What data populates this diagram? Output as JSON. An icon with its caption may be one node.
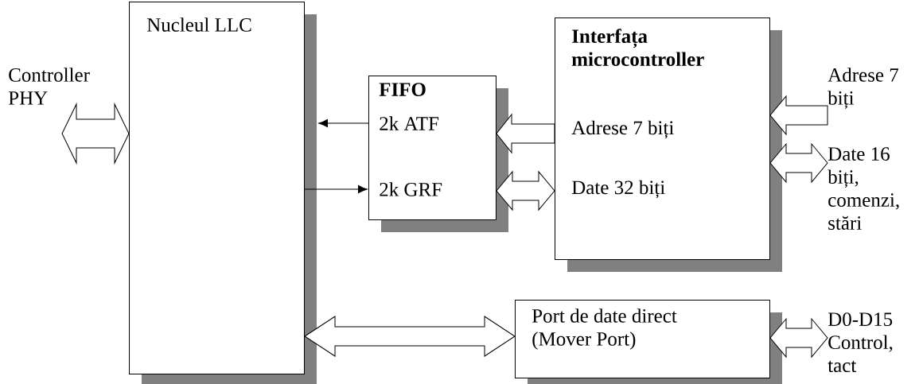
{
  "diagram": {
    "nodes": [
      {
        "text": [
          "Controller PHY"
        ]
      },
      {
        "text": [
          "Nucleul LLC"
        ]
      },
      {
        "text": [
          "FIFO",
          "2k ATF",
          "2k GRF"
        ]
      },
      {
        "text": [
          "Interfața microcontroller",
          "Adrese 7 biți",
          "Date 32 biți"
        ]
      },
      {
        "text": [
          "Adrese 7 biți"
        ]
      },
      {
        "text": [
          "Date 16 biți, comenzi, stări"
        ]
      },
      {
        "text": [
          "Port de date direct (Mover Port)"
        ]
      },
      {
        "text": [
          "D0-D15 Control, tact"
        ]
      }
    ],
    "edges": [
      {
        "from": 0,
        "to": 1,
        "arrow": "both",
        "style": "thick"
      },
      {
        "from": 2,
        "to": 1,
        "arrow": "to"
      },
      {
        "from": 1,
        "to": 2,
        "arrow": "to"
      },
      {
        "from": 3,
        "to": 2,
        "arrow": "to",
        "style": "thick"
      },
      {
        "from": 2,
        "to": 3,
        "arrow": "both",
        "style": "thick"
      },
      {
        "from": 4,
        "to": 3,
        "arrow": "to",
        "style": "thick"
      },
      {
        "from": 5,
        "to": 3,
        "arrow": "both",
        "style": "thick"
      },
      {
        "from": 1,
        "to": 6,
        "arrow": "both",
        "style": "thick"
      },
      {
        "from": 6,
        "to": 7,
        "arrow": "both",
        "style": "thick"
      }
    ]
  }
}
